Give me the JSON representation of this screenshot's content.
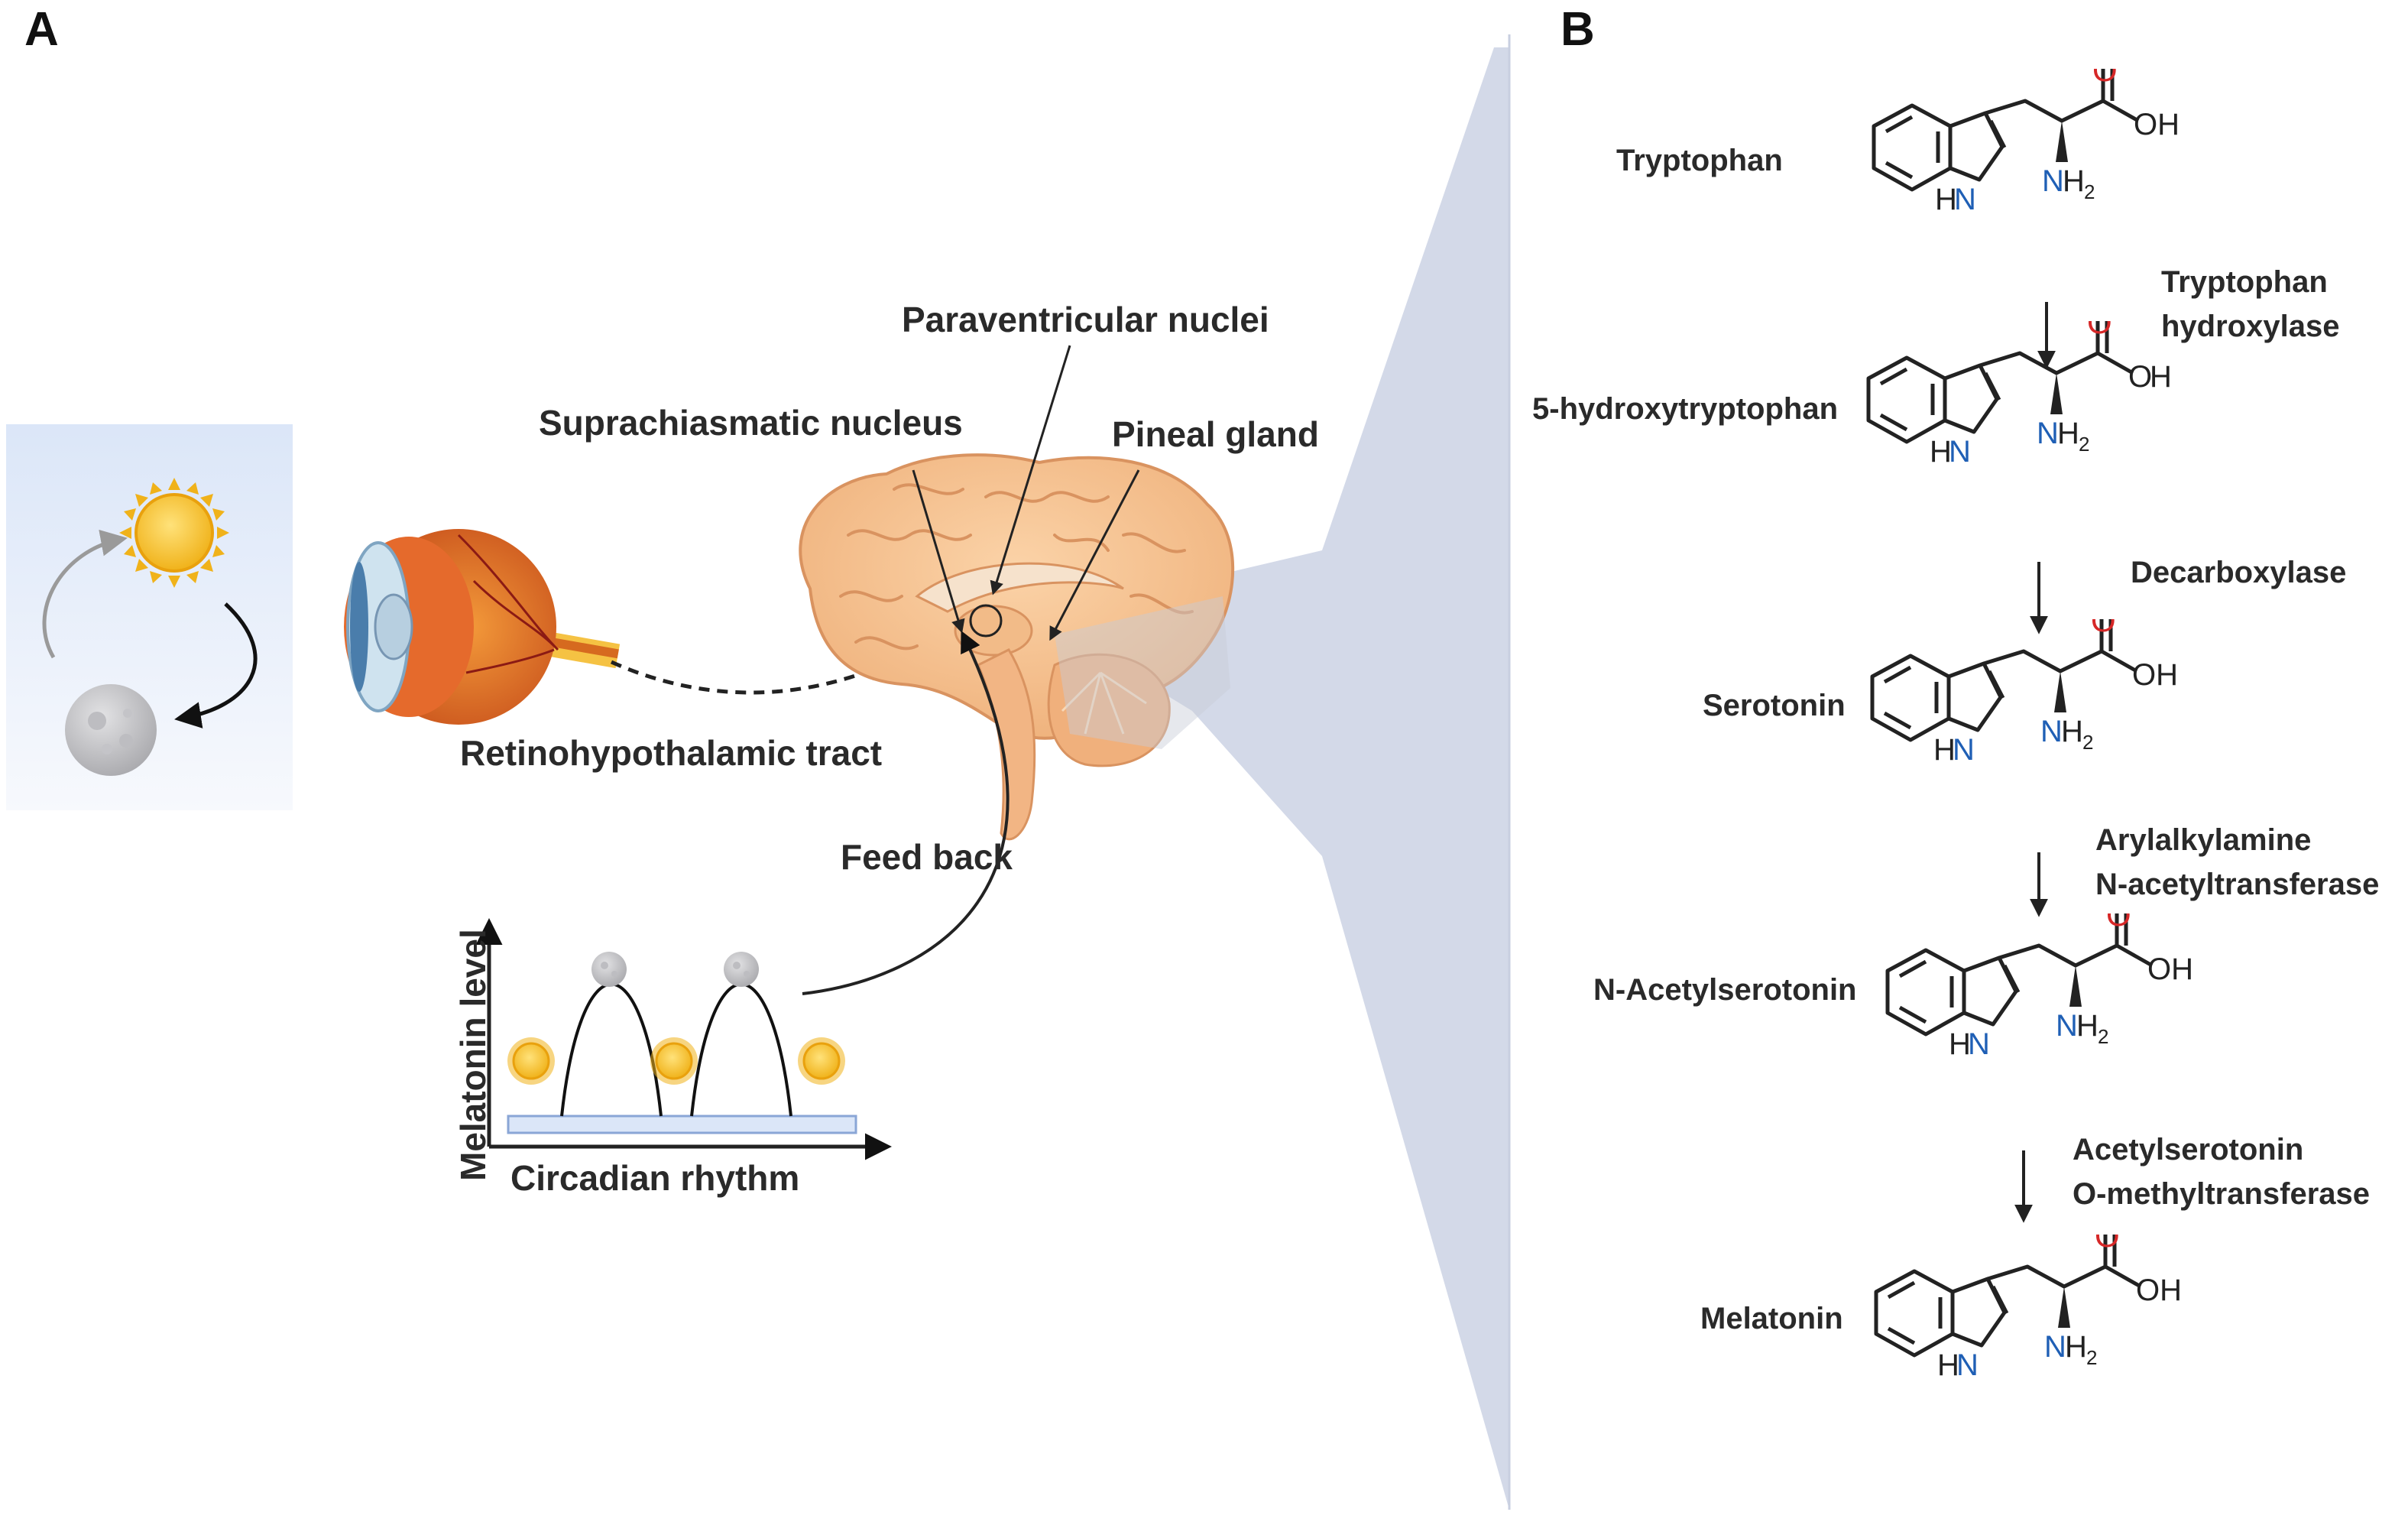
{
  "panel_a": {
    "letter": "A",
    "labels": {
      "paraventricular": "Paraventricular nuclei",
      "suprachiasmatic": "Suprachiasmatic nucleus",
      "pineal": "Pineal gland",
      "retinohypothalamic": "Retinohypothalamic tract",
      "feedback": "Feed back"
    },
    "graph": {
      "ylabel": "Melatonin level",
      "xlabel": "Circadian rhythm"
    }
  },
  "panel_b": {
    "letter": "B",
    "compounds": [
      {
        "name": "Tryptophan"
      },
      {
        "name": "5-hydroxytryptophan"
      },
      {
        "name": "Serotonin"
      },
      {
        "name": "N-Acetylserotonin"
      },
      {
        "name": "Melatonin"
      }
    ],
    "enzymes": [
      "Tryptophan\nhydroxylase",
      "Decarboxylase",
      "Arylalkylamine\nN-acetyltransferase",
      "Acetylserotonin\nO-methyltransferase"
    ],
    "atoms": {
      "oxygen": "O",
      "hydroxyl": "OH",
      "ring_nh": "HN",
      "amine": "NH",
      "amine_sub": "2"
    }
  },
  "colors": {
    "oxygen": "#d62828",
    "nitrogen": "#1f5fb5",
    "panel_b_bg": "#ffffff",
    "wedge": "#d3d9e8"
  }
}
